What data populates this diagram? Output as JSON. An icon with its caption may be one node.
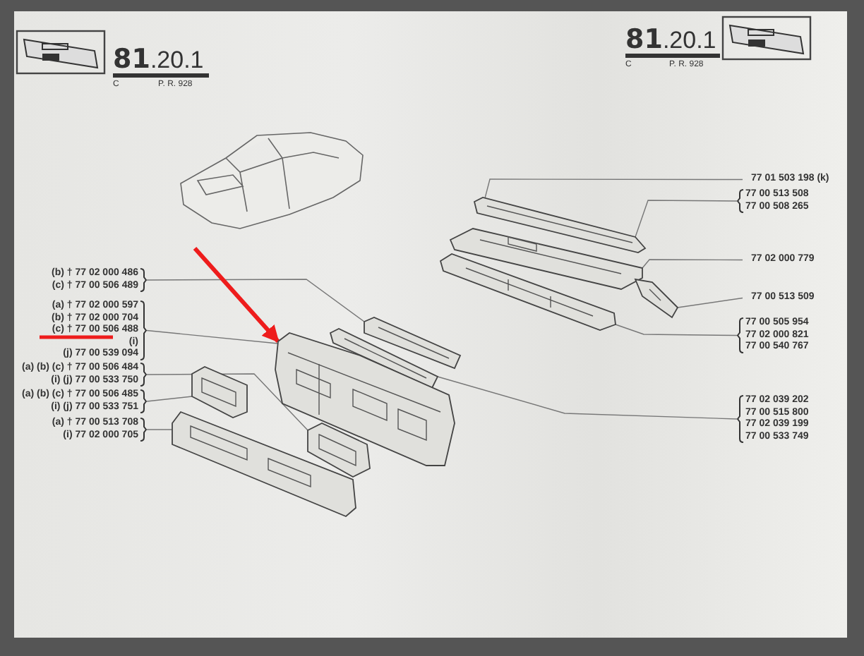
{
  "diagram": {
    "nodes": [
      {
        "text": [
          "(b) † 77 02 000 486",
          "(c) † 77 00 506 489"
        ]
      },
      {
        "text": [
          "(a) † 77 02 000 597",
          "(b) † 77 02 000 704",
          "(c) † 77 00 506 488",
          "(i)",
          "(j) 77 00 539 094"
        ]
      },
      {
        "text": [
          "(a) (b) (c) † 77 00 506 484",
          "(i) (j) 77 00 533 750"
        ]
      },
      {
        "text": [
          "(a) (b) (c) † 77 00 506 485",
          "(i) (j) 77 00 533 751"
        ]
      },
      {
        "text": [
          "(a) † 77 00 513 708",
          "(i) 77 02 000 705"
        ]
      },
      {
        "text": [
          "77 01 503 198 (k)"
        ]
      },
      {
        "text": [
          "77 00 513 508",
          "77 00 508 265"
        ]
      },
      {
        "text": [
          "77 02 000 779"
        ]
      },
      {
        "text": [
          "77 00 513 509"
        ]
      },
      {
        "text": [
          "77 00 505 954",
          "77 02 000 821",
          "77 00 540 767"
        ]
      },
      {
        "text": [
          "77 02 039 202",
          "77 00 515 800",
          "77 02 039 199",
          "77 00 533 749"
        ]
      },
      {
        "text": [],
        "shape": "picture"
      },
      {
        "text": [],
        "shape": "picture"
      },
      {
        "text": [],
        "shape": "picture"
      },
      {
        "text": [],
        "shape": "picture"
      },
      {
        "text": [],
        "shape": "picture"
      },
      {
        "text": [],
        "shape": "picture"
      },
      {
        "text": [],
        "shape": "picture"
      },
      {
        "text": [],
        "shape": "picture"
      },
      {
        "text": [],
        "shape": "picture"
      },
      {
        "text": [],
        "shape": "picture"
      }
    ],
    "edges": [
      {
        "from": 0,
        "to": 15,
        "arrow": "none"
      },
      {
        "from": 1,
        "to": 17,
        "arrow": "none"
      },
      {
        "from": 2,
        "to": 18,
        "arrow": "none"
      },
      {
        "from": 3,
        "to": 19,
        "arrow": "none"
      },
      {
        "from": 4,
        "to": 20,
        "arrow": "none"
      },
      {
        "from": 5,
        "to": 11,
        "arrow": "none"
      },
      {
        "from": 6,
        "to": 11,
        "arrow": "none"
      },
      {
        "from": 7,
        "to": 12,
        "arrow": "none"
      },
      {
        "from": 8,
        "to": 14,
        "arrow": "none"
      },
      {
        "from": 9,
        "to": 13,
        "arrow": "none"
      },
      {
        "from": 10,
        "to": 16,
        "arrow": "none"
      },
      {
        "from": null,
        "to": 17,
        "arrow": "to",
        "style": "thick",
        "color": "#ee1c1c"
      }
    ],
    "labels": [
      "**81**.20.1",
      "C",
      "P. R. 928",
      "**81**.20.1",
      "C",
      "P. R. 928"
    ]
  }
}
